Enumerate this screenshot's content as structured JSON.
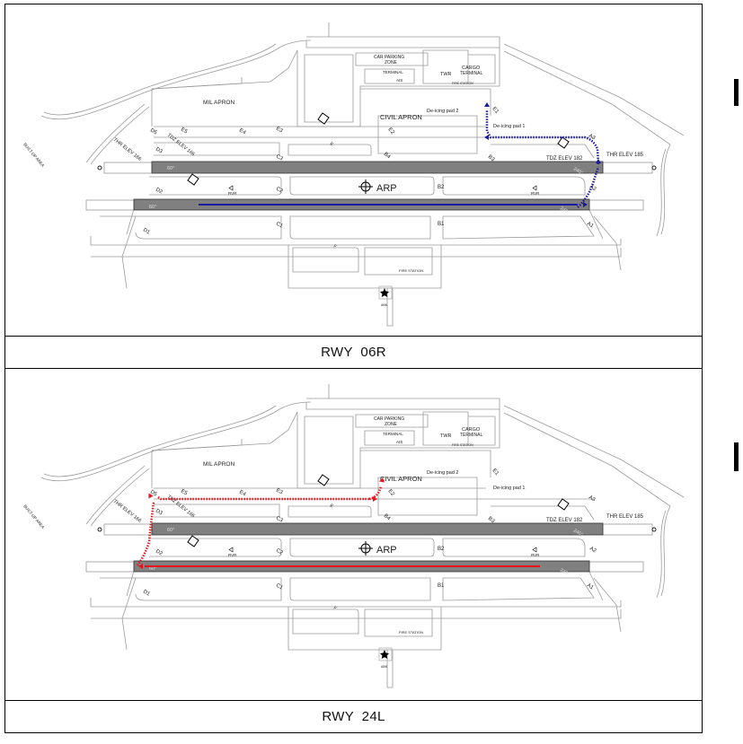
{
  "labels": {
    "mil_apron": "MIL APRON",
    "civil_apron": "CIVIL APRON",
    "deicing_pad_2": "De-icing pad 2",
    "deicing_pad_1": "De-icing pad 1",
    "car_parking": "CAR PARKING",
    "zone": "ZONE",
    "terminal": "TERMINAL",
    "ais": "AIS",
    "twr": "TWR",
    "cargo": "CARGO",
    "cargo_terminal": "TERMINAL",
    "fire_station_north": "FIRE STATION",
    "thr_elev_166": "THR ELEV 166",
    "tdz_elev_166": "TDZ ELEV 166",
    "tdz_elev_182": "TDZ ELEV 182",
    "thr_elev_185": "THR ELEV 185",
    "arp": "ARP",
    "rvr_west": "RVR",
    "rvr_east": "RVR",
    "fire_station": "FIRE STATION",
    "abn": "ABN",
    "built_up_area": "BUILT-UP AREA",
    "hdg_06_upper": "60°",
    "hdg_06_lower": "60°",
    "hdg_24_upper": "240°",
    "hdg_24_lower": "240°",
    "twy_a1": "A1",
    "twy_a2": "A2",
    "twy_a3": "A3",
    "twy_b1": "B1",
    "twy_b2": "B2",
    "twy_b3": "B3",
    "twy_b4": "B4",
    "twy_c1": "C1",
    "twy_c2": "C2",
    "twy_c3": "C3",
    "twy_d1": "D1",
    "twy_d2": "D2",
    "twy_d3": "D3",
    "twy_e1": "E1",
    "twy_e2": "E2",
    "twy_e3": "E3",
    "twy_e4": "E4",
    "twy_e5": "E5",
    "twy_d5": "D5",
    "twy_e": "E",
    "twy_f": "F"
  },
  "panels": [
    {
      "caption": "RWY  06R",
      "route_color": "#1a1a9c",
      "route": "06R"
    },
    {
      "caption": "RWY  24L",
      "route_color": "#e8141c",
      "route": "24L"
    }
  ],
  "colors": {
    "runway": "#808080",
    "map_line": "#9a9a9a"
  }
}
